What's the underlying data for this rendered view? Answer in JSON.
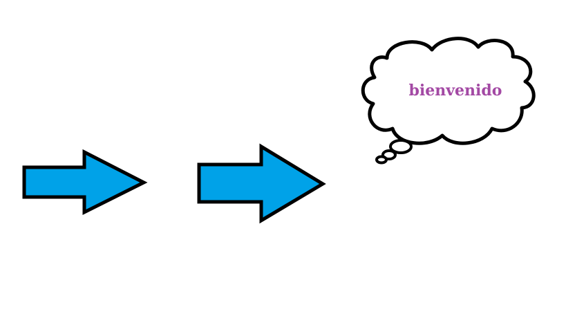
{
  "cloud": {
    "text": "bienvenido",
    "text_color": "#a349a4"
  },
  "colors": {
    "arrow_fill": "#00a2e8",
    "stroke": "#000000",
    "background": "#ffffff"
  },
  "arrows": [
    {
      "name": "arrow-1",
      "direction": "right"
    },
    {
      "name": "arrow-2",
      "direction": "right"
    }
  ]
}
